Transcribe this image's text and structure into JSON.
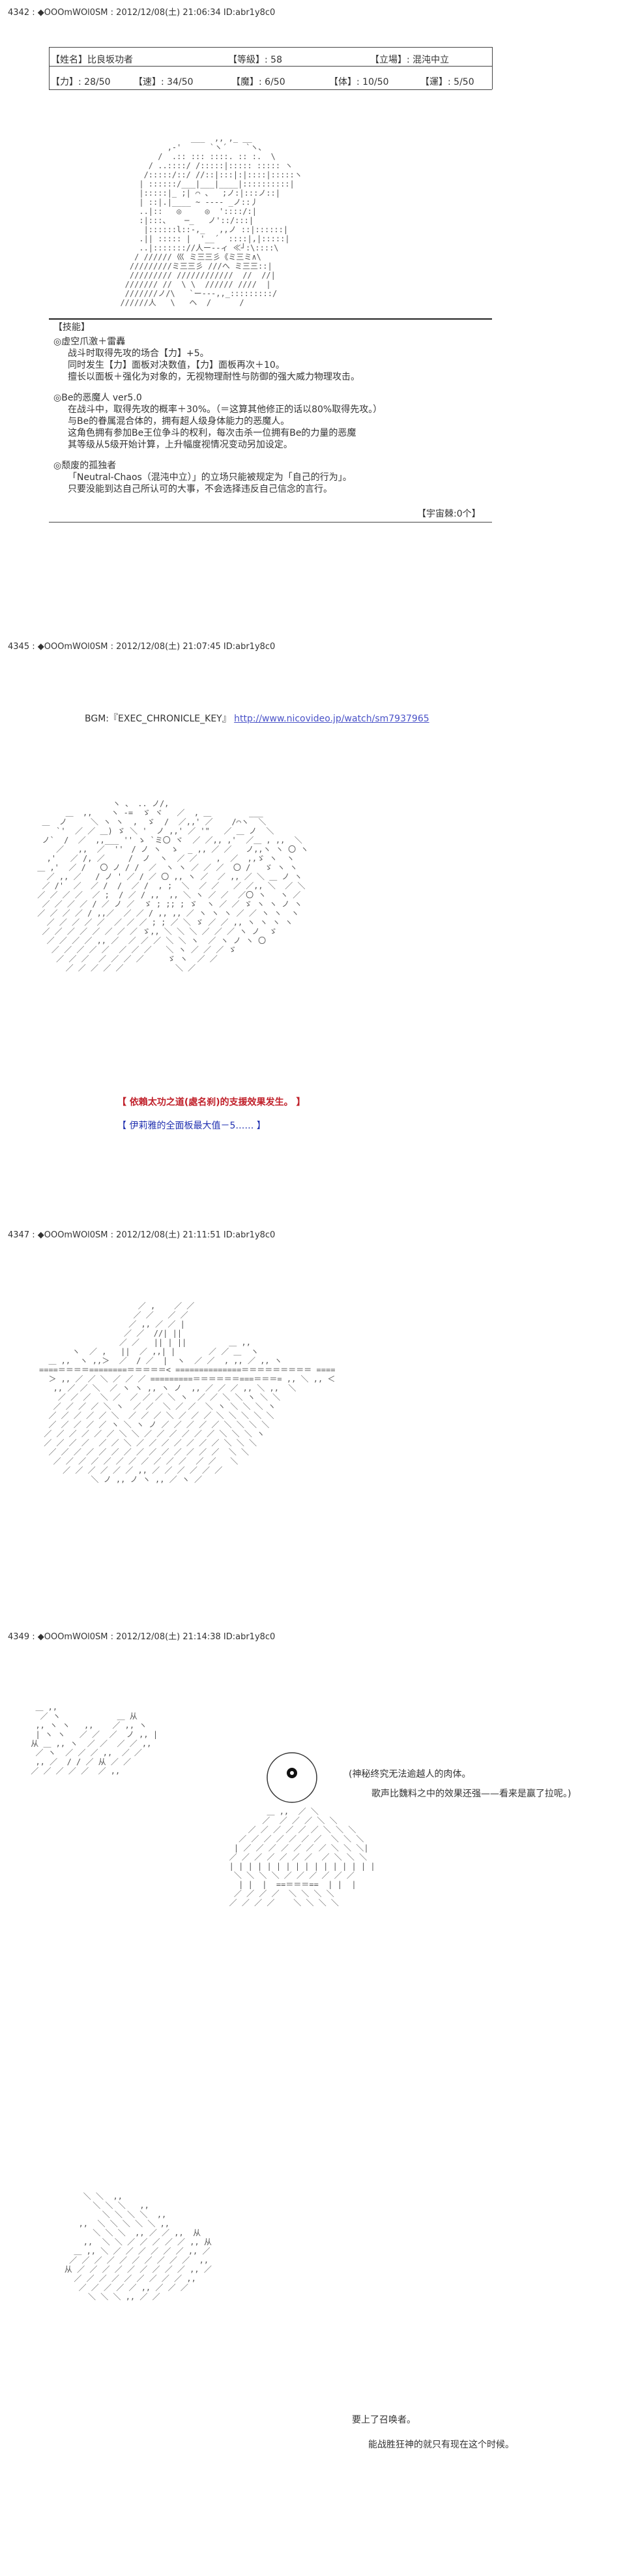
{
  "posts": [
    {
      "header": "4342 : ◆OOOmWOl0SM : 2012/12/08(土) 21:06:34 ID:abr1y8c0",
      "status": {
        "name": "【姓名】比良坂功者",
        "level": "【等級】: 58",
        "stance": "【立場】: 混沌中立",
        "str": "【力】: 28/50",
        "agi": "【速】: 34/50",
        "mag": "【魔】: 6/50",
        "body": "【体】: 10/50",
        "luck": "【運】: 5/50"
      },
      "skills_title": "【技能】",
      "skills": [
        {
          "title": "◎虚空爪激＋雷轟",
          "lines": [
            "战斗时取得先攻的场合【力】+5。",
            "同时发生【力】面板对决数值，【力】面板再次＋10。",
            "擅长以面板＋强化为对象的，无视物理耐性与防御的强大威力物理攻击。"
          ]
        },
        {
          "title": "◎Be的恶魔人 ver5.0",
          "lines": [
            "在战斗中，取得先攻的概率＋30%。（＝这算其他修正的话以80%取得先攻。）",
            "与Be的眷属混合体的，拥有超人级身体能力的恶魔人。",
            "这角色拥有参加Be王位争斗的权利，每次击杀一位拥有Be的力量的恶魔",
            "其等级从5级开始计算，上升幅度视情况变动另加设定。"
          ]
        },
        {
          "title": "◎颓废的孤独者",
          "lines": [
            "「Neutral-Chaos（混沌中立）」的立场只能被规定为「自己的行为」。",
            "只要没能到达自己所认可的大事，不会选择违反自己信念的言行。"
          ]
        }
      ],
      "footer": "【宇宙棘:0个】"
    },
    {
      "header": "4345 : ◆OOOmWOl0SM : 2012/12/08(土) 21:07:45 ID:abr1y8c0",
      "bgm_label": "BGM:『EXEC_CHRONICLE_KEY』",
      "bgm_url": "http://www.nicovideo.jp/watch/sm7937965",
      "effect1": "【 依賴太功之道(處名刹)的支援效果发生。 】",
      "effect2": "【 伊莉雅的全面板最大值－5…… 】"
    },
    {
      "header": "4347 : ◆OOOmWOl0SM : 2012/12/08(土) 21:11:51 ID:abr1y8c0"
    },
    {
      "header": "4349 : ◆OOOmWOl0SM : 2012/12/08(土) 21:14:38 ID:abr1y8c0",
      "speech1": "(神秘终究无法逾越人的肉体。",
      "speech2": "歌声比魏料之中的效果还强——看来是赢了拉呢。)",
      "speech3": "要上了召唤者。",
      "speech4": "能战胜狂神的就只有现在这个时候。"
    }
  ],
  "colors": {
    "link": "#4a53c8",
    "red": "#c0202a",
    "blue": "#2030b0"
  }
}
